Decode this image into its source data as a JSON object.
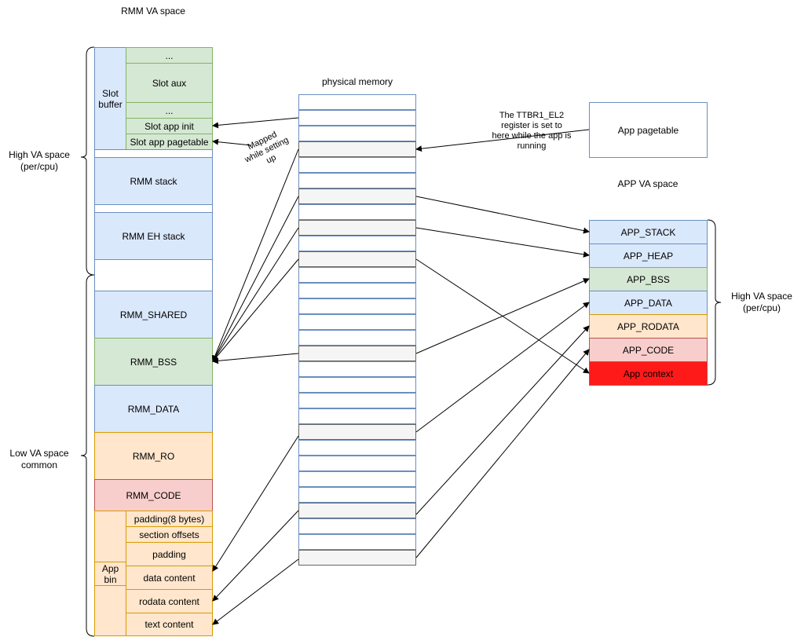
{
  "titles": {
    "rmm_va": "RMM VA space",
    "physical": "physical memory",
    "app_va": "APP VA space"
  },
  "brace_labels": {
    "high_left": "High VA space\n(per/cpu)",
    "low_left": "Low VA space\ncommon",
    "high_right": "High VA space\n(per/cpu)"
  },
  "rmm": {
    "slot_buffer": "Slot\nbuffer",
    "slot_dots_top": "...",
    "slot_aux": "Slot aux",
    "slot_dots_mid": "...",
    "slot_app_init": "Slot app init",
    "slot_app_pagetable": "Slot app pagetable",
    "stack": "RMM stack",
    "eh_stack": "RMM EH stack",
    "shared": "RMM_SHARED",
    "bss": "RMM_BSS",
    "data": "RMM_DATA",
    "ro": "RMM_RO",
    "code": "RMM_CODE",
    "app_bin": "App\nbin",
    "padding8": "padding(8 bytes)",
    "section_offsets": "section offsets",
    "padding": "padding",
    "data_content": "data content",
    "rodata_content": "rodata content",
    "text_content": "text content"
  },
  "app": {
    "pagetable": "App pagetable",
    "stack": "APP_STACK",
    "heap": "APP_HEAP",
    "bss": "APP_BSS",
    "data": "APP_DATA",
    "rodata": "APP_RODATA",
    "code": "APP_CODE",
    "context": "App context"
  },
  "annotations": {
    "mapped": "Mapped\nwhile setting\nup",
    "ttbr": "The TTBR1_EL2\nregister is set to\nhere while the app is\nrunning"
  },
  "physical_memory": {
    "cells": 30,
    "shaded_cells": [
      3,
      6,
      8,
      10,
      16,
      21,
      26,
      29
    ]
  }
}
